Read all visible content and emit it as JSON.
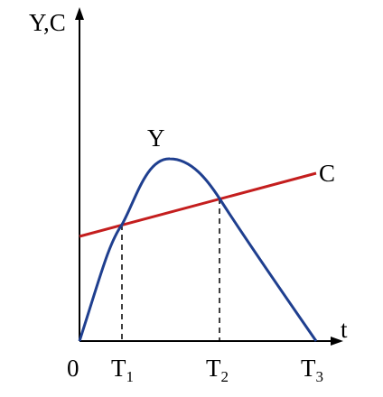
{
  "axes": {
    "y_label": "Y,C",
    "x_label": "t",
    "origin_label": "0"
  },
  "curves": {
    "y_curve": {
      "label": "Y",
      "color": "#1f3f8f"
    },
    "c_line": {
      "label": "C",
      "color": "#c41e1e"
    }
  },
  "ticks": [
    {
      "base": "T",
      "sub": "1"
    },
    {
      "base": "T",
      "sub": "2"
    },
    {
      "base": "T",
      "sub": "3"
    }
  ]
}
